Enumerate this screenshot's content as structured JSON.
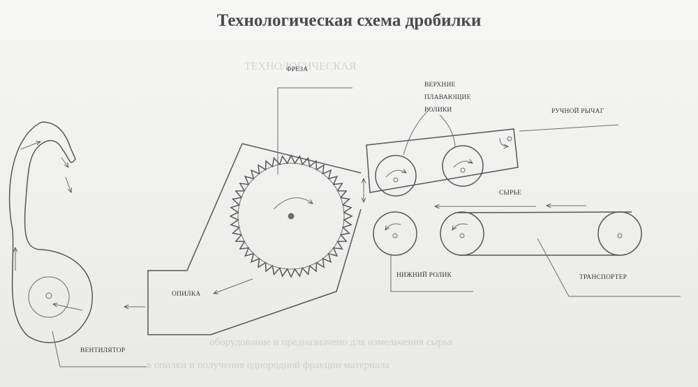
{
  "title": "Технологическая схема дробилки",
  "labels": {
    "mill": "ФРЕЗА",
    "upper_rollers": [
      "ВЕРХНИЕ",
      "ПЛАВАЮЩИЕ",
      "РОЛИКИ"
    ],
    "hand_lever": "РУЧНОЙ РЫЧАГ",
    "raw_material": "СЫРЬЕ",
    "lower_roller": "НИЖНИЙ РОЛИК",
    "conveyor": "ТРАНСПОРТЕР",
    "sawdust": "ОПИЛКА",
    "fan": "ВЕНТИЛЯТОР"
  },
  "colors": {
    "line": "#55565a",
    "text": "#35363a",
    "title": "#4a4a4f",
    "paper": "#f1f2f0"
  }
}
